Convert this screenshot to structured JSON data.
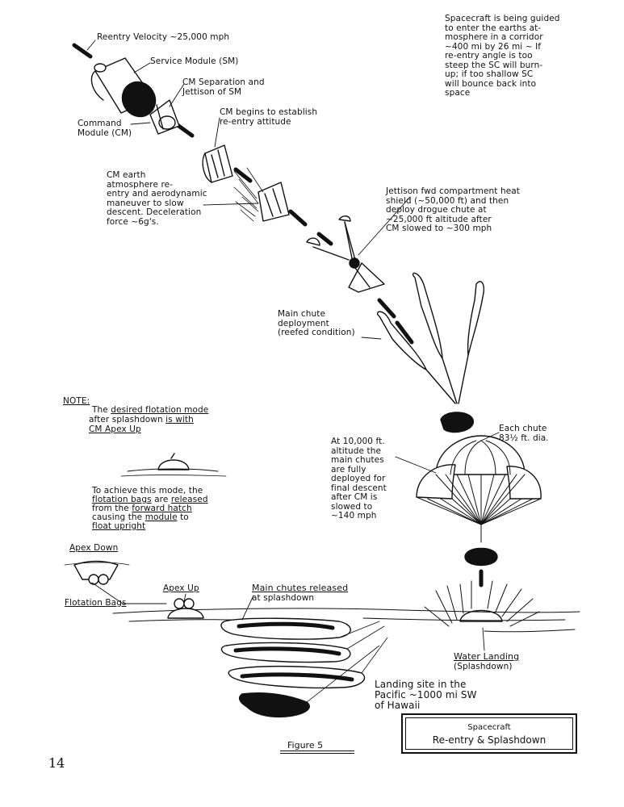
{
  "labels": {
    "reentry_velocity": "Reentry Velocity ~25,000 mph",
    "service_module": "Service Module (SM)",
    "cm_separation": "CM Separation and\nJettison of SM",
    "command_module": "Command\nModule (CM)",
    "cm_attitude": "CM begins to establish\nre-entry attitude",
    "cm_earth_reentry": "CM earth\natmosphere re-\nentry and aerodynamic\nmaneuver to slow\ndescent. Deceleration\nforce ~6g's.",
    "corridor_note": "Spacecraft is being guided\nto enter the earths at-\nmosphere in a corridor\n~400 mi by 26 mi ~ If\nre-entry angle is too\nsteep the SC will burn-\nup; if too shallow SC\nwill bounce back into\nspace",
    "drogue_note": "Jettison fwd compartment heat\nshield (~50,000 ft) and then\ndeploy drogue chute at\n~25,000 ft altitude after\nCM slowed to ~300 mph",
    "main_chute_deploy": "Main chute\ndeployment\n(reefed condition)",
    "note_heading": "NOTE:",
    "note_line1_pre": "The ",
    "note_line1_u": "desired flotation mode",
    "note_line2_pre": "after splashdown ",
    "note_line2_u": "is with",
    "note_line3_u": "CM Apex Up",
    "achieve_line1": "To achieve this mode, the",
    "achieve_line2_u1": "flotation bags",
    "achieve_line2_mid": " are ",
    "achieve_line2_u2": "released",
    "achieve_line3_pre": "from the ",
    "achieve_line3_u": "forward hatch",
    "achieve_line4_pre": "causing the ",
    "achieve_line4_u": "module",
    "achieve_line4_post": " to",
    "achieve_line5_u": "float upright",
    "each_chute": "Each chute\n83½ ft. dia.",
    "altitude_note": "At 10,000 ft.\naltitude the\nmain chutes\nare fully\ndeployed for\nfinal descent\nafter CM is\nslowed to\n~140 mph",
    "apex_down": "Apex Down",
    "apex_up": "Apex Up",
    "flotation_bags": "Flotation Bags",
    "main_chutes_released_u": "Main chutes released",
    "main_chutes_released_2": "at splashdown",
    "water_landing_u": "Water Landing",
    "water_landing_2": "(Splashdown)",
    "landing_site": "Landing site in the\nPacific ~1000 mi SW\nof Hawaii"
  },
  "caption": {
    "line1": "Spacecraft",
    "line2": "Re-entry & Splashdown"
  },
  "figure_label": "Figure 5",
  "page_number": "14"
}
